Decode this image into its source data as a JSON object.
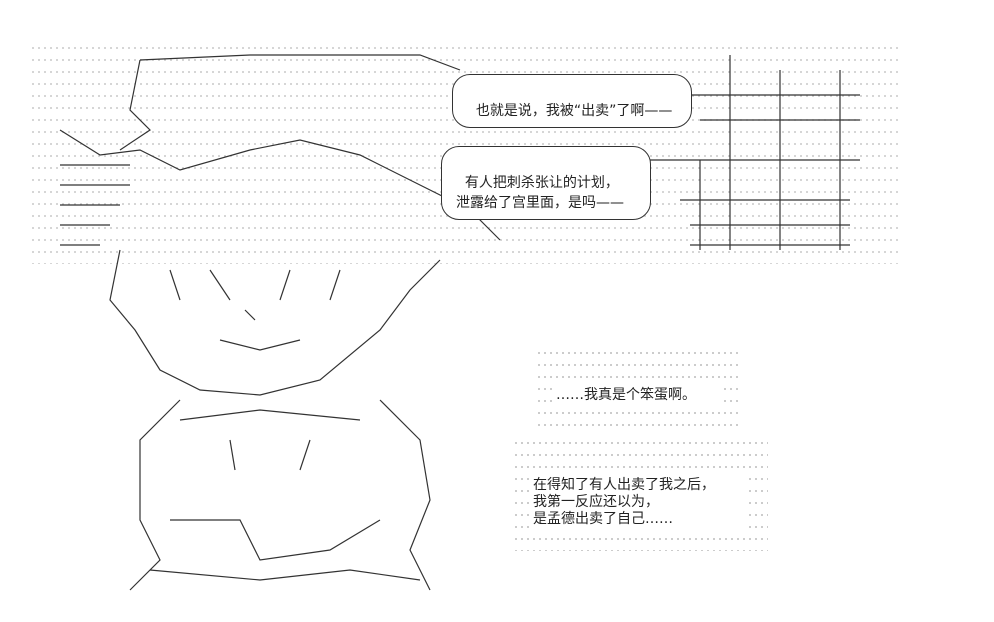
{
  "speech_bubbles": [
    {
      "text": "也就是说，我被“出卖”了啊——"
    },
    {
      "text": "有人把刺杀张让的计划，\n泄露给了宫里面，是吗——"
    }
  ],
  "narration": [
    {
      "text": "……我真是个笨蛋啊。"
    },
    {
      "text": "在得知了有人出卖了我之后，\n我第一反应还以为，\n是孟德出卖了自己……"
    }
  ]
}
